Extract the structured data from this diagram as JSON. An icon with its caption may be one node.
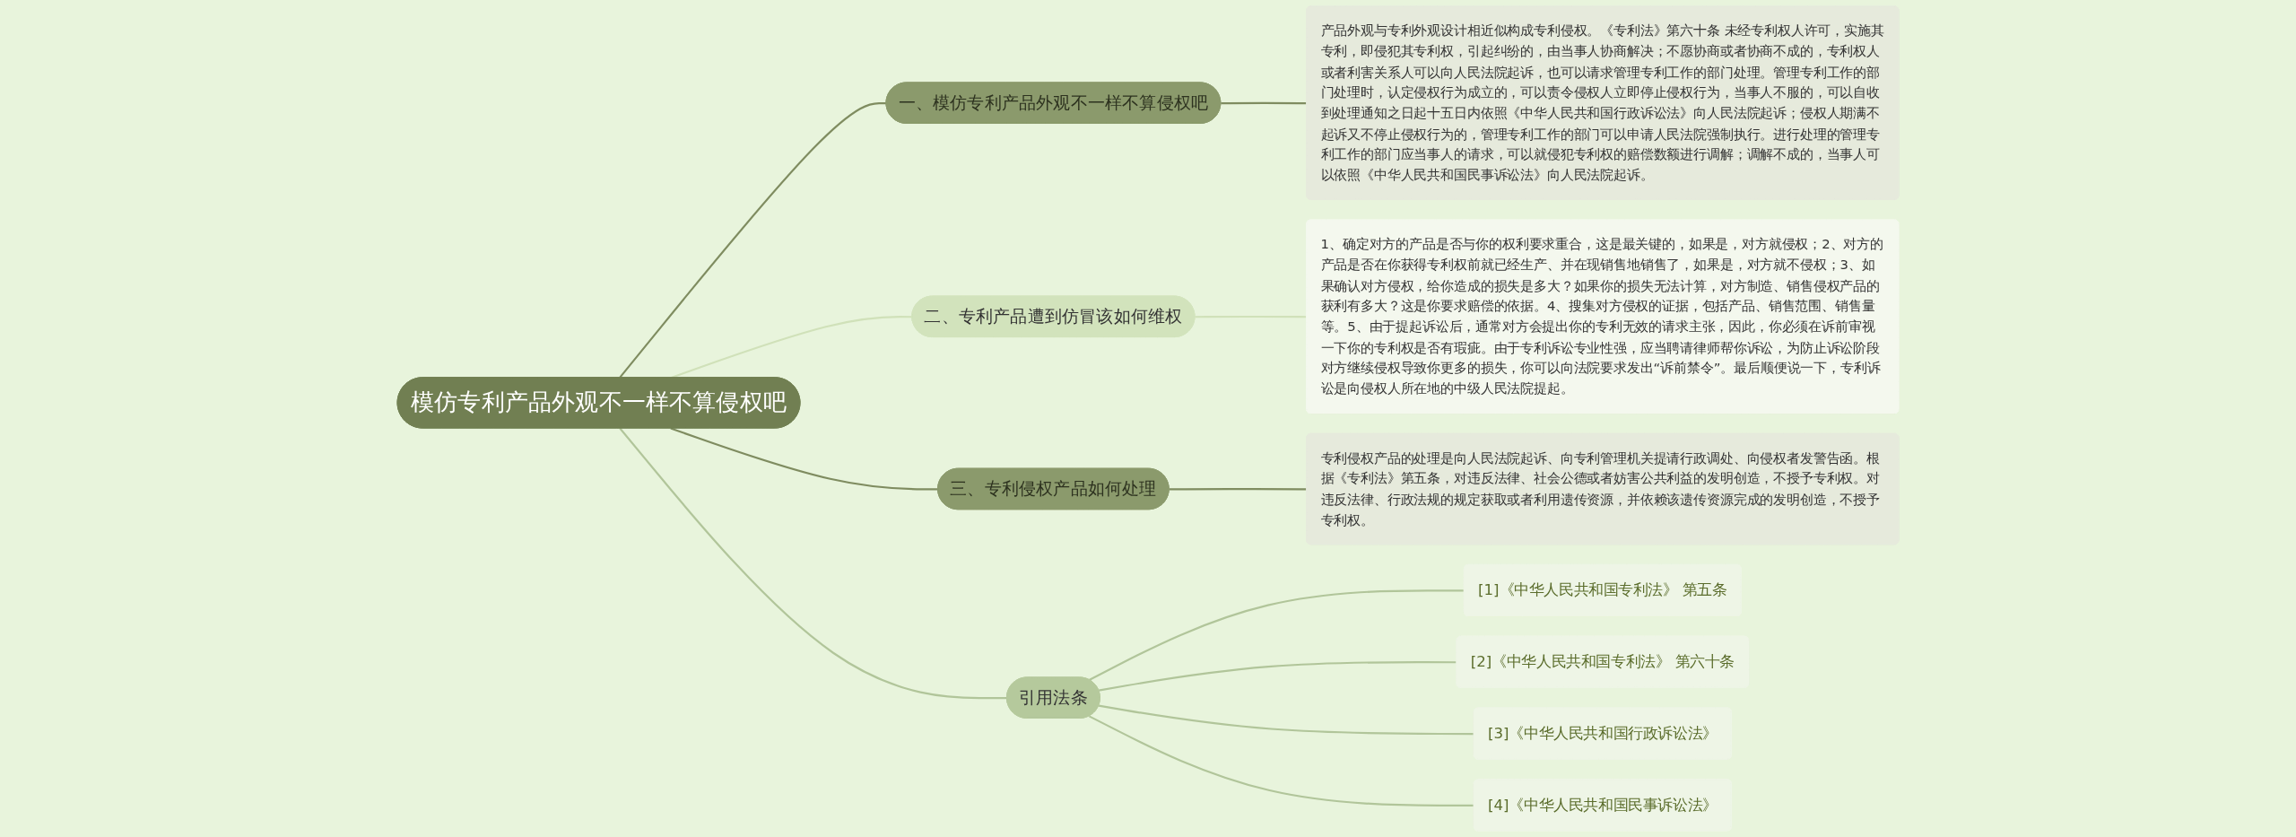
{
  "diagram": {
    "nodes": [
      {
        "text": [
          "模仿专利产品外观不一样不算侵权吧"
        ]
      },
      {
        "text": [
          "一、模仿专利产品外观不一样不算侵权吧"
        ]
      },
      {
        "text": [
          "产品外观与专利外观设计相近似构成专利侵权。《专利法》第六十条 未经专利权人许可，实施其专利，即侵犯其专利权，引起纠纷的，由当事人协商解决；不愿协商或者协商不成的，专利权人或者利害关系人可以向人民法院起诉，也可以请求管理专利工作的部门处理。管理专利工作的部门处理时，认定侵权行为成立的，可以责令侵权人立即停止侵权行为，当事人不服的，可以自收到处理通知之日起十五日内依照《中华人民共和国行政诉讼法》向人民法院起诉；侵权人期满不起诉又不停止侵权行为的，管理专利工作的部门可以申请人民法院强制执行。进行处理的管理专利工作的部门应当事人的请求，可以就侵犯专利权的赔偿数额进行调解；调解不成的，当事人可以依照《中华人民共和国民事诉讼法》向人民法院起诉。"
        ]
      },
      {
        "text": [
          "二、专利产品遭到仿冒该如何维权"
        ]
      },
      {
        "text": [
          "1、确定对方的产品是否与你的权利要求重合，这是最关键的，如果是，对方就侵权；2、对方的产品是否在你获得专利权前就已经生产、并在现销售地销售了，如果是，对方就不侵权；3、如果确认对方侵权，给你造成的损失是多大？如果你的损失无法计算，对方制造、销售侵权产品的获利有多大？这是你要求赔偿的依据。4、搜集对方侵权的证据，包括产品、销售范围、销售量等。5、由于提起诉讼后，通常对方会提出你的专利无效的请求主张，因此，你必须在诉前审视一下你的专利权是否有瑕疵。由于专利诉讼专业性强，应当聘请律师帮你诉讼，为防止诉讼阶段对方继续侵权导致你更多的损失，你可以向法院要求发出“诉前禁令”。最后顺便说一下，专利诉讼是向侵权人所在地的中级人民法院提起。"
        ]
      },
      {
        "text": [
          "三、专利侵权产品如何处理"
        ]
      },
      {
        "text": [
          "专利侵权产品的处理是向人民法院起诉、向专利管理机关提请行政调处、向侵权者发警告函。根据《专利法》第五条，对违反法律、社会公德或者妨害公共利益的发明创造，不授予专利权。对违反法律、行政法规的规定获取或者利用遗传资源，并依赖该遗传资源完成的发明创造，不授予专利权。"
        ]
      },
      {
        "text": [
          "引用法条"
        ]
      },
      {
        "text": [
          "[1]《中华人民共和国专利法》 第五条"
        ]
      },
      {
        "text": [
          "[2]《中华人民共和国专利法》 第六十条"
        ]
      },
      {
        "text": [
          "[3]《中华人民共和国行政诉讼法》"
        ]
      },
      {
        "text": [
          "[4]《中华人民共和国民事诉讼法》"
        ]
      }
    ],
    "edges": [
      {
        "from": 0,
        "to": 1,
        "arrow": "none",
        "color": "#7f8c60"
      },
      {
        "from": 1,
        "to": 2,
        "arrow": "none",
        "color": "#7f8c60"
      },
      {
        "from": 0,
        "to": 3,
        "arrow": "none",
        "color": "#d0e1b9"
      },
      {
        "from": 3,
        "to": 4,
        "arrow": "none",
        "color": "#d0e1b9"
      },
      {
        "from": 0,
        "to": 5,
        "arrow": "none",
        "color": "#7f8c60"
      },
      {
        "from": 5,
        "to": 6,
        "arrow": "none",
        "color": "#7f8c60"
      },
      {
        "from": 0,
        "to": 7,
        "arrow": "none"
      },
      {
        "from": 7,
        "to": 8,
        "arrow": "none"
      },
      {
        "from": 7,
        "to": 9,
        "arrow": "none"
      },
      {
        "from": 7,
        "to": 10,
        "arrow": "none"
      },
      {
        "from": 7,
        "to": 11,
        "arrow": "none"
      }
    ]
  }
}
